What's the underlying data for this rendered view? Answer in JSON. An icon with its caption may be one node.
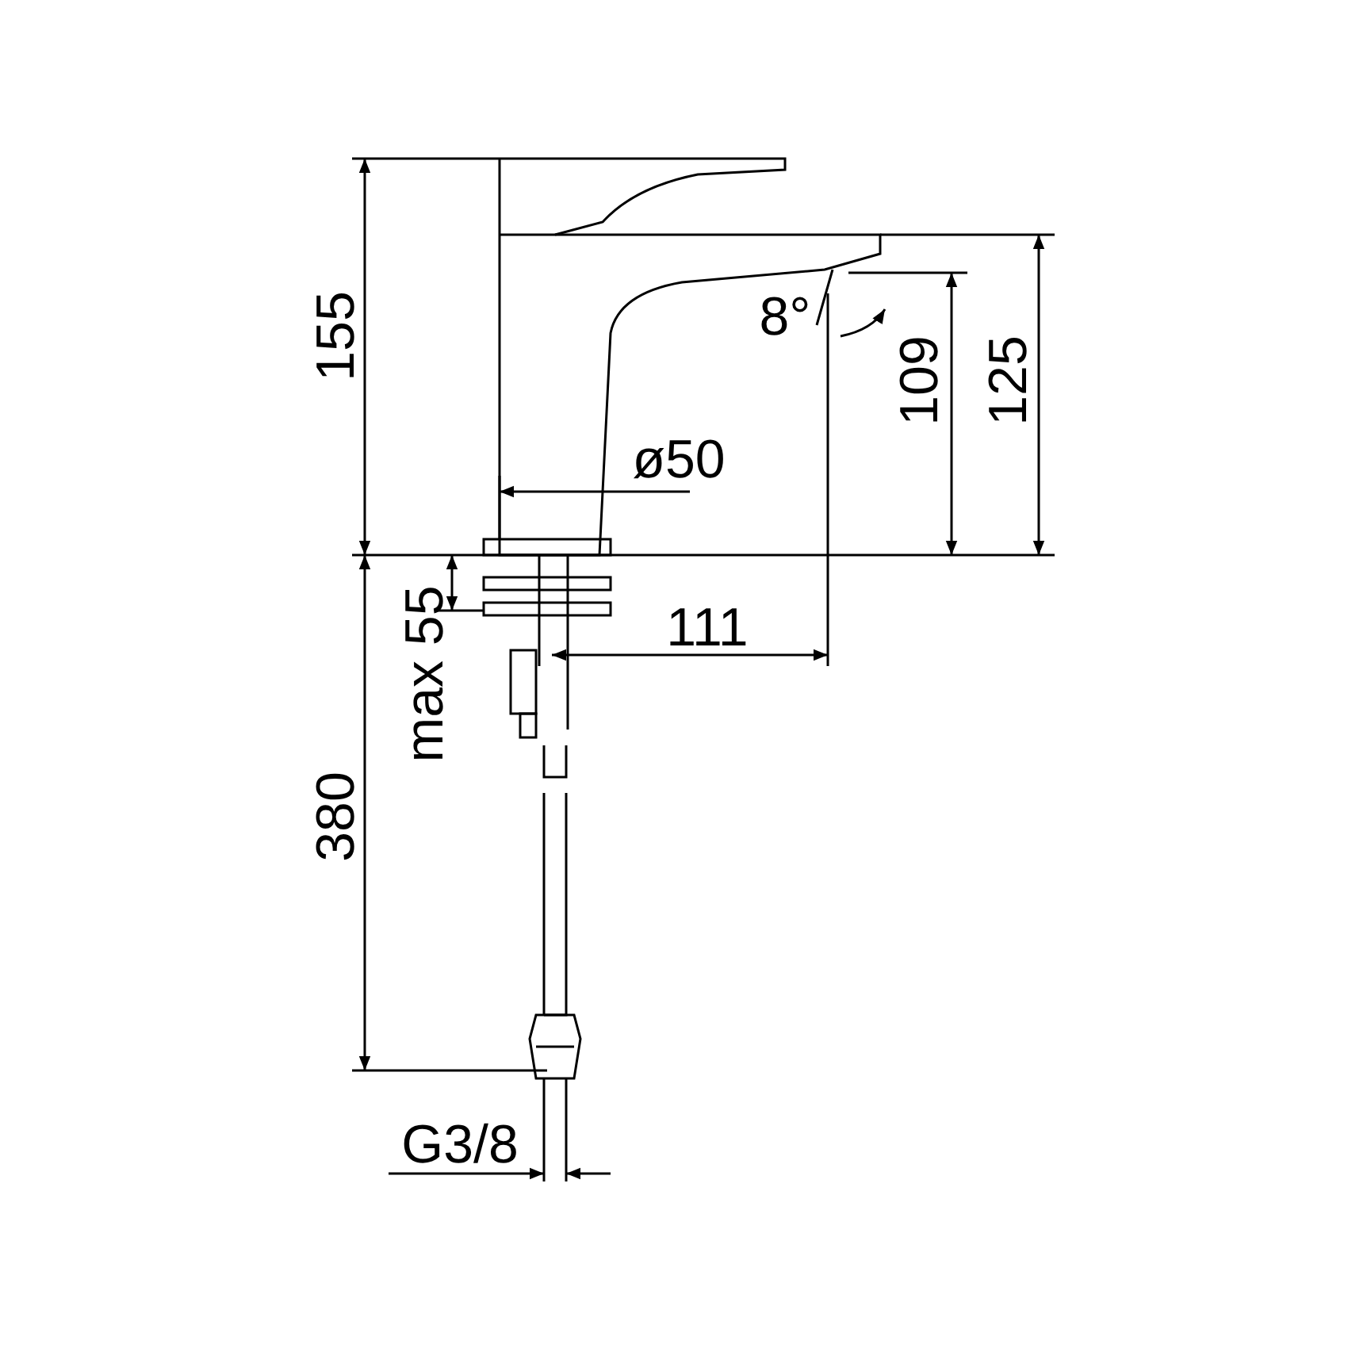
{
  "diagram": {
    "labels": [
      "155",
      "8°",
      "109",
      "125",
      "ø50",
      "max 55",
      "111",
      "380",
      "G3/8"
    ]
  }
}
